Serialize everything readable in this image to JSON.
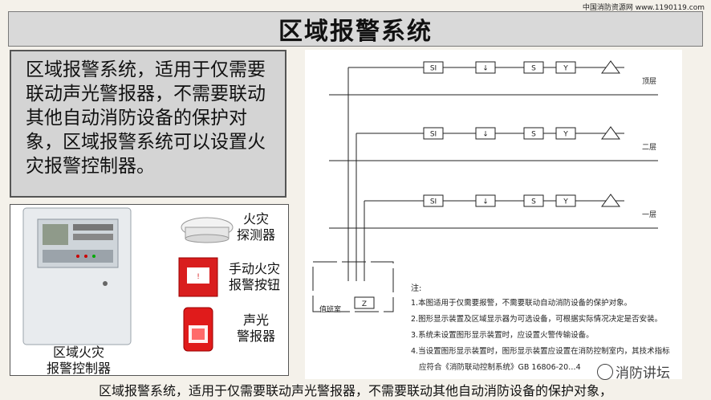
{
  "source_text": "中国消防资源网 www.1190119.com",
  "title": "区域报警系统",
  "description": "区域报警系统，适用于仅需要联动声光警报器，不需要联动其他自动消防设备的保护对象，区域报警系统可以设置火灾报警控制器。",
  "devices": {
    "controller_label_1": "区域火灾",
    "controller_label_2": "报警控制器",
    "detector_label_1": "火灾",
    "detector_label_2": "探测器",
    "button_label_1": "手动火灾",
    "button_label_2": "报警按钮",
    "alarm_label_1": "声光",
    "alarm_label_2": "警报器"
  },
  "diagram": {
    "floors": [
      "顶层",
      "二层",
      "一层"
    ],
    "symbols": [
      "SI",
      "↓",
      "S",
      "Y"
    ],
    "room_label": "值班室",
    "controller_symbol": "Z",
    "notes_title": "注:",
    "notes": [
      "1.本图适用于仅需要报警，不需要联动自动消防设备的保护对象。",
      "2.图形显示装置及区域显示器为可选设备，可根据实际情况决定是否安装。",
      "3.系统未设置图形显示装置时，应设置火警传输设备。",
      "4.当设置图形显示装置时，图形显示装置应设置在消防控制室内，其技术指标",
      "应符合《消防联动控制系统》GB 16806-20…4"
    ]
  },
  "watermark": "消防讲坛",
  "caption": "区域报警系统，适用于仅需要联动声光警报器，不需要联动其他自动消防设备的保护对象，"
}
